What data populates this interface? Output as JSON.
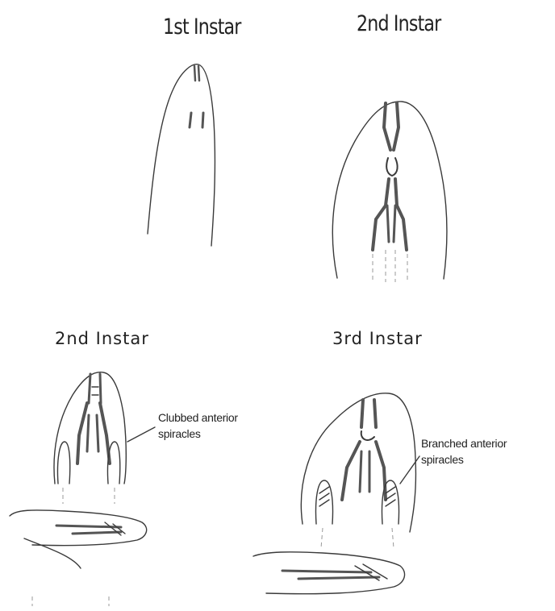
{
  "panels": {
    "top_left": {
      "title": "1st Instar"
    },
    "top_right": {
      "title": "2nd Instar"
    },
    "bottom_left": {
      "title": "2nd Instar",
      "annotation_line1": "Clubbed anterior",
      "annotation_line2": "spiracles"
    },
    "bottom_right": {
      "title": "3rd Instar",
      "annotation_line1": "Branched anterior",
      "annotation_line2": "spiracles"
    }
  },
  "colors": {
    "ink": "#3a3a3a",
    "background": "#ffffff"
  }
}
